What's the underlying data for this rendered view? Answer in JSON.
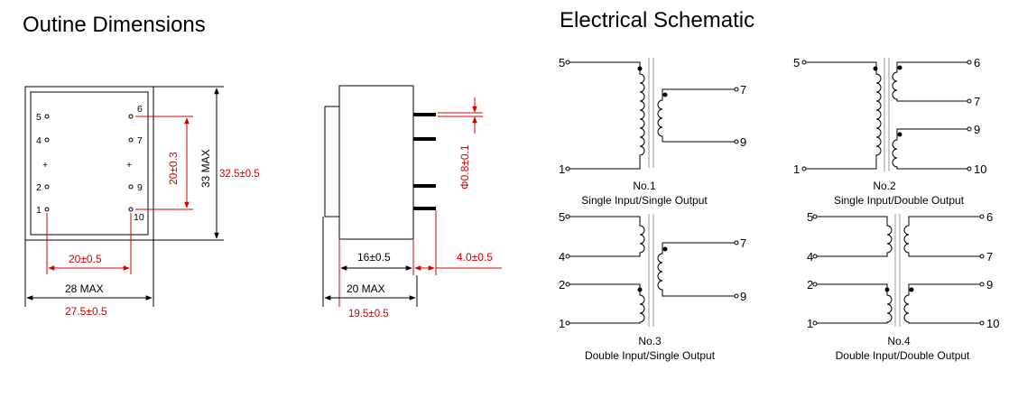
{
  "titles": {
    "outline": "Outine Dimensions",
    "schematic": "Electrical Schematic"
  },
  "outline_top": {
    "pins_left": [
      "5",
      "4",
      "+",
      "2",
      "1"
    ],
    "pins_right": [
      "6",
      "7",
      "+",
      "9",
      "10"
    ],
    "dim_pin_pitch": "20±0.5",
    "dim_width_max": "28 MAX",
    "dim_width_nom": "27.5±0.5",
    "dim_pin_span": "20±0.3",
    "dim_height_max": "33 MAX",
    "dim_height_nom": "32.5±0.5"
  },
  "outline_side": {
    "dim_pin_dia": "Φ0.8±0.1",
    "dim_body": "16±0.5",
    "dim_pin_len": "4.0±0.5",
    "dim_max": "20 MAX",
    "dim_nom": "19.5±0.5"
  },
  "schematics": [
    {
      "number": "No.1",
      "description": "Single Input/Single Output",
      "primary_pins": [
        "5",
        "1"
      ],
      "secondary_pins": [
        "7",
        "9"
      ]
    },
    {
      "number": "No.2",
      "description": "Single Input/Double Output",
      "primary_pins": [
        "5",
        "1"
      ],
      "secondary_pins": [
        "6",
        "7",
        "9",
        "10"
      ]
    },
    {
      "number": "No.3",
      "description": "Double Input/Single Output",
      "primary_pins": [
        "5",
        "4",
        "2",
        "1"
      ],
      "secondary_pins": [
        "7",
        "9"
      ]
    },
    {
      "number": "No.4",
      "description": "Double Input/Double Output",
      "primary_pins": [
        "5",
        "4",
        "2",
        "1"
      ],
      "secondary_pins": [
        "6",
        "7",
        "9",
        "10"
      ]
    }
  ],
  "colors": {
    "dimension_red": "#d40000",
    "line": "#000000"
  }
}
